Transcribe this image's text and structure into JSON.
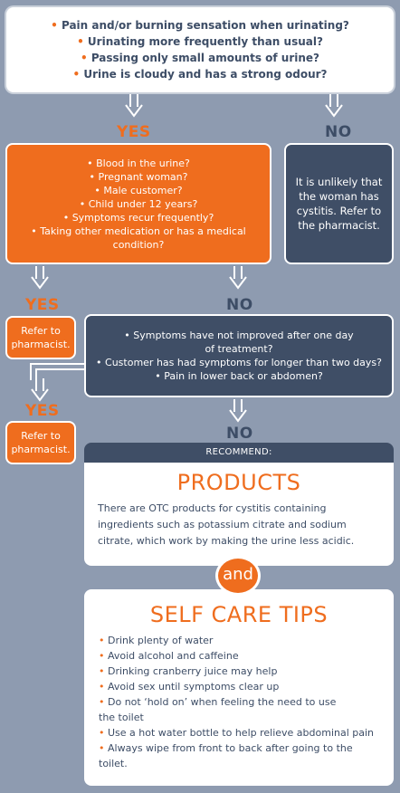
{
  "top_question": {
    "items": [
      "Pain and/or burning sensation when urinating?",
      "Urinating more frequently than usual?",
      "Passing only small amounts of urine?",
      "Urine is cloudy and has a strong odour?"
    ]
  },
  "labels": {
    "yes": "YES",
    "no": "NO"
  },
  "no_box": {
    "lines": [
      "It is unlikely that",
      "the woman has",
      "cystitis. Refer to",
      "the pharmacist."
    ]
  },
  "second_question": {
    "items": [
      "Blood in the urine?",
      "Pregnant woman?",
      "Male customer?",
      "Child under 12 years?",
      "Symptoms recur frequently?",
      "Taking other medication or has a medical",
      "condition?"
    ]
  },
  "refer_1": {
    "lines": [
      "Refer to",
      "pharmacist."
    ]
  },
  "third_question": {
    "items": [
      "Symptoms have not improved after one day",
      "of treatment?",
      "Customer has had symptoms for longer than two days?",
      "Pain in lower back or abdomen?"
    ]
  },
  "refer_2": {
    "lines": [
      "Refer to",
      "pharmacist."
    ]
  },
  "recommend": "RECOMMEND:",
  "products": {
    "heading": "PRODUCTS",
    "text": "There are OTC products for cystitis containing ingredients such as potassium citrate and sodium citrate, which work by making the urine less acidic."
  },
  "and_label": "and",
  "tips": {
    "heading": "SELF CARE TIPS",
    "items": [
      "Drink plenty of water",
      "Avoid alcohol and caffeine",
      "Drinking cranberry juice may help",
      "Avoid sex until symptoms clear up",
      "Do not ‘hold on’ when feeling the need to use",
      "the toilet",
      "Use a hot water bottle to help relieve abdominal pain",
      "Always wipe from front to back after going to the",
      "toilet."
    ]
  },
  "colors": {
    "orange": "#ef6d1e",
    "navy": "#3f4e66",
    "background": "#8e9bb0",
    "white": "#ffffff"
  }
}
